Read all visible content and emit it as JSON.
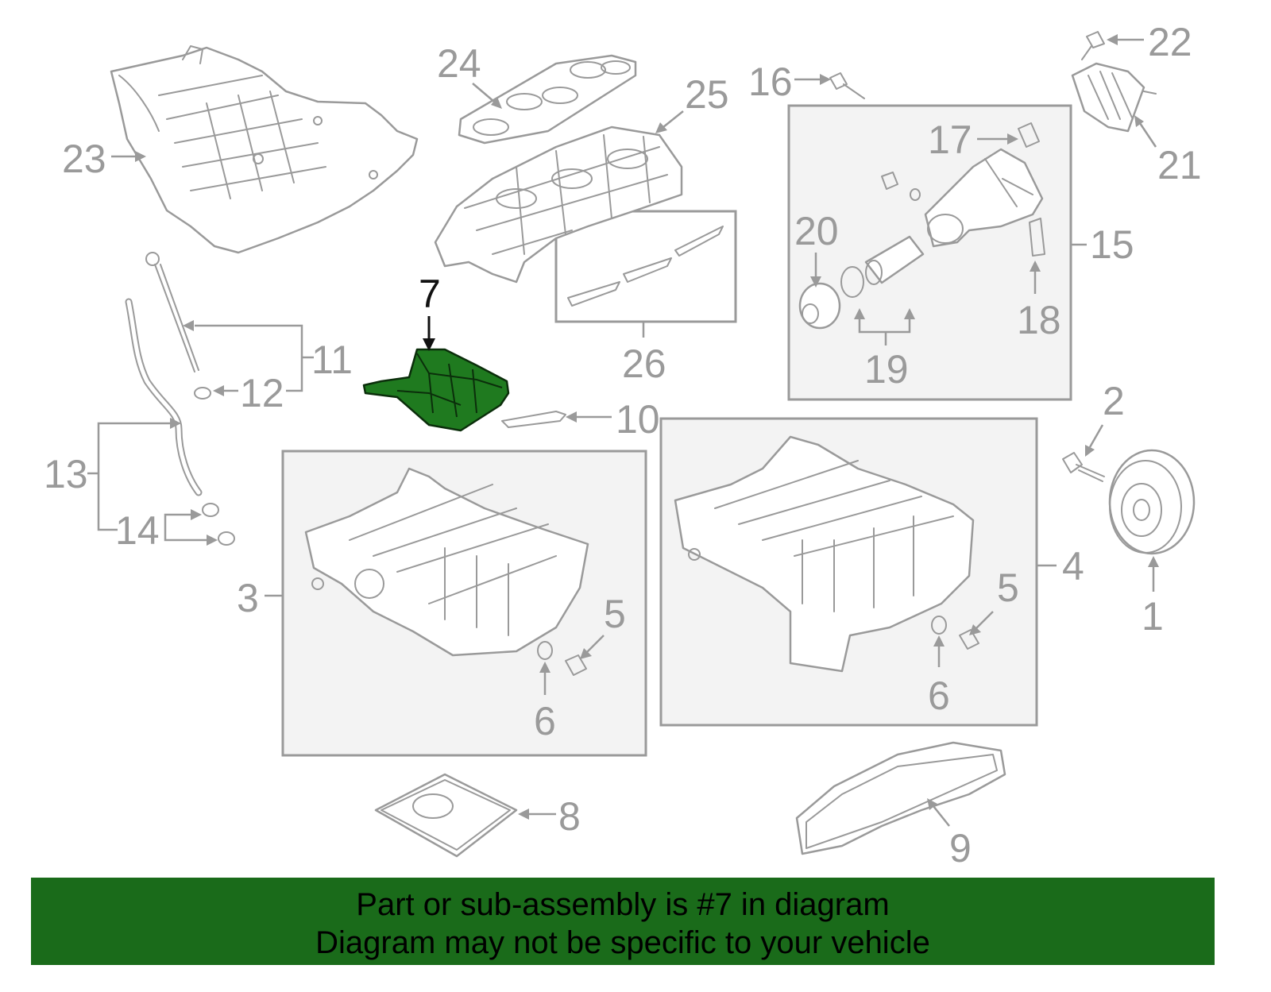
{
  "callouts": {
    "c1": "1",
    "c2": "2",
    "c3": "3",
    "c4": "4",
    "c5a": "5",
    "c5b": "5",
    "c6a": "6",
    "c6b": "6",
    "c7": "7",
    "c8": "8",
    "c9": "9",
    "c10": "10",
    "c11": "11",
    "c12": "12",
    "c13": "13",
    "c14": "14",
    "c15": "15",
    "c16": "16",
    "c17": "17",
    "c18": "18",
    "c19": "19",
    "c20": "20",
    "c21": "21",
    "c22": "22",
    "c23": "23",
    "c24": "24",
    "c25": "25",
    "c26": "26"
  },
  "highlight": {
    "part_number": "7",
    "color": "#1f7a1f"
  },
  "colors": {
    "line_gray": "#9a9a9a",
    "box_fill": "#f3f3f3",
    "banner_green": "#1a6b1a"
  },
  "banner": {
    "line1": "Part or sub-assembly is #7 in diagram",
    "line2": "Diagram may not be specific to your vehicle"
  }
}
